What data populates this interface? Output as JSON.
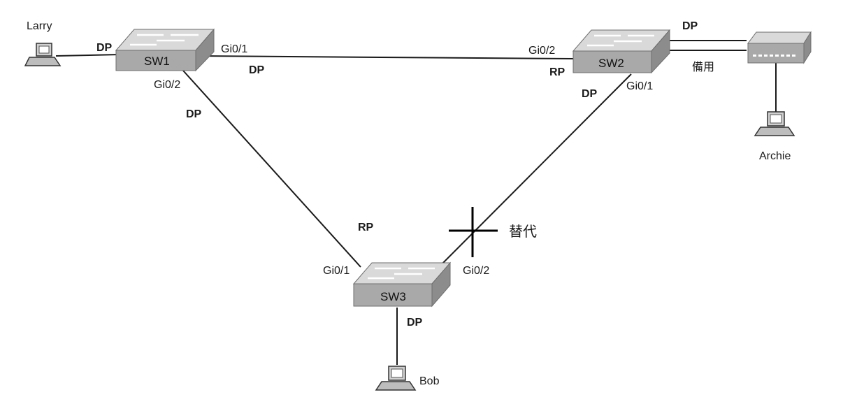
{
  "colors": {
    "link": "#1a1a1a",
    "switch_top": "#d9d9d9",
    "switch_front": "#a9a9a9",
    "switch_side": "#8c8c8c",
    "pc_body": "#d0d0d0"
  },
  "devices": {
    "sw1": {
      "name": "SW1"
    },
    "sw2": {
      "name": "SW2"
    },
    "sw3": {
      "name": "SW3"
    },
    "larry": {
      "name": "Larry"
    },
    "archie": {
      "name": "Archie"
    },
    "bob": {
      "name": "Bob"
    }
  },
  "ports": {
    "sw1_gi0_1": "Gi0/1",
    "sw1_gi0_2": "Gi0/2",
    "sw2_gi0_2": "Gi0/2",
    "sw2_gi0_1": "Gi0/1",
    "sw3_gi0_1": "Gi0/1",
    "sw3_gi0_2": "Gi0/2"
  },
  "roles": {
    "larry_link": "DP",
    "sw1_sw2": "DP",
    "sw1_sw3": "DP",
    "sw2_root_port": "RP",
    "sw2_to_sw3": "DP",
    "sw3_root_port": "RP",
    "sw3_to_bob": "DP",
    "hub_link_active": "DP",
    "hub_link_backup": "備用",
    "blocked_alternate": "替代"
  }
}
